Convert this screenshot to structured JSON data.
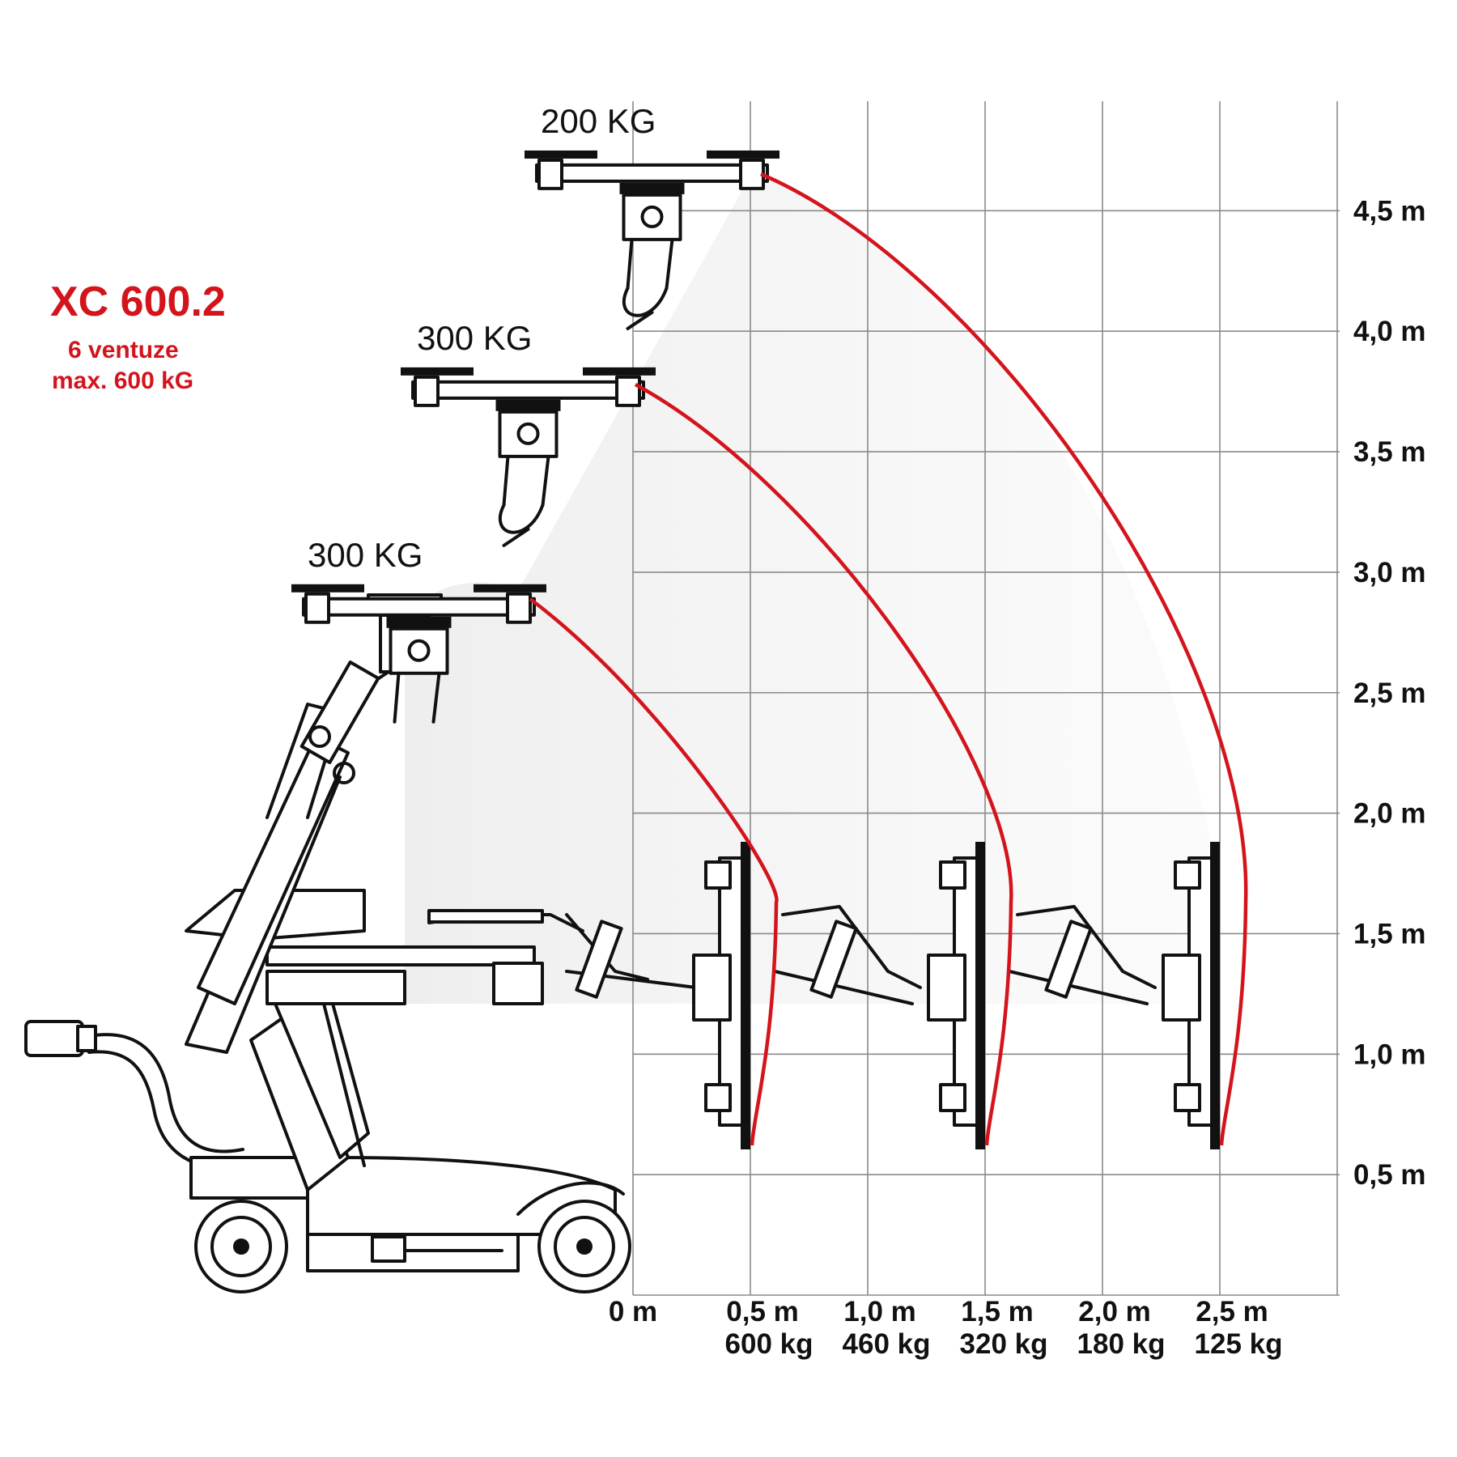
{
  "title": "XC 600.2",
  "subtitle_line1": "6 ventuze",
  "subtitle_line2": "max. 600 kG",
  "accent_color": "#d4141c",
  "chart_data": {
    "type": "diagram",
    "x_axis": {
      "ticks": [
        {
          "value": 0.0,
          "label": "0 m",
          "capacity": ""
        },
        {
          "value": 0.5,
          "label": "0,5 m",
          "capacity": "600 kg"
        },
        {
          "value": 1.0,
          "label": "1,0 m",
          "capacity": "460 kg"
        },
        {
          "value": 1.5,
          "label": "1,5 m",
          "capacity": "320 kg"
        },
        {
          "value": 2.0,
          "label": "2,0 m",
          "capacity": "180 kg"
        },
        {
          "value": 2.5,
          "label": "2,5 m",
          "capacity": "125 kg"
        }
      ],
      "range": [
        0,
        3.0
      ]
    },
    "y_axis": {
      "ticks": [
        {
          "value": 0.5,
          "label": "0,5 m"
        },
        {
          "value": 1.0,
          "label": "1,0 m"
        },
        {
          "value": 1.5,
          "label": "1,5 m"
        },
        {
          "value": 2.0,
          "label": "2,0 m"
        },
        {
          "value": 2.5,
          "label": "2,5 m"
        },
        {
          "value": 3.0,
          "label": "3,0 m"
        },
        {
          "value": 3.5,
          "label": "3,5 m"
        },
        {
          "value": 4.0,
          "label": "4,0 m"
        },
        {
          "value": 4.5,
          "label": "4,5 m"
        }
      ],
      "range": [
        0,
        5.0
      ]
    },
    "reach_positions": [
      {
        "load_label": "300 KG",
        "top_height_m": 2.95,
        "reach_m": 0.5
      },
      {
        "load_label": "300 KG",
        "top_height_m": 3.85,
        "reach_m": 1.5
      },
      {
        "load_label": "200 KG",
        "top_height_m": 4.75,
        "reach_m": 2.5
      }
    ],
    "grid": true
  }
}
